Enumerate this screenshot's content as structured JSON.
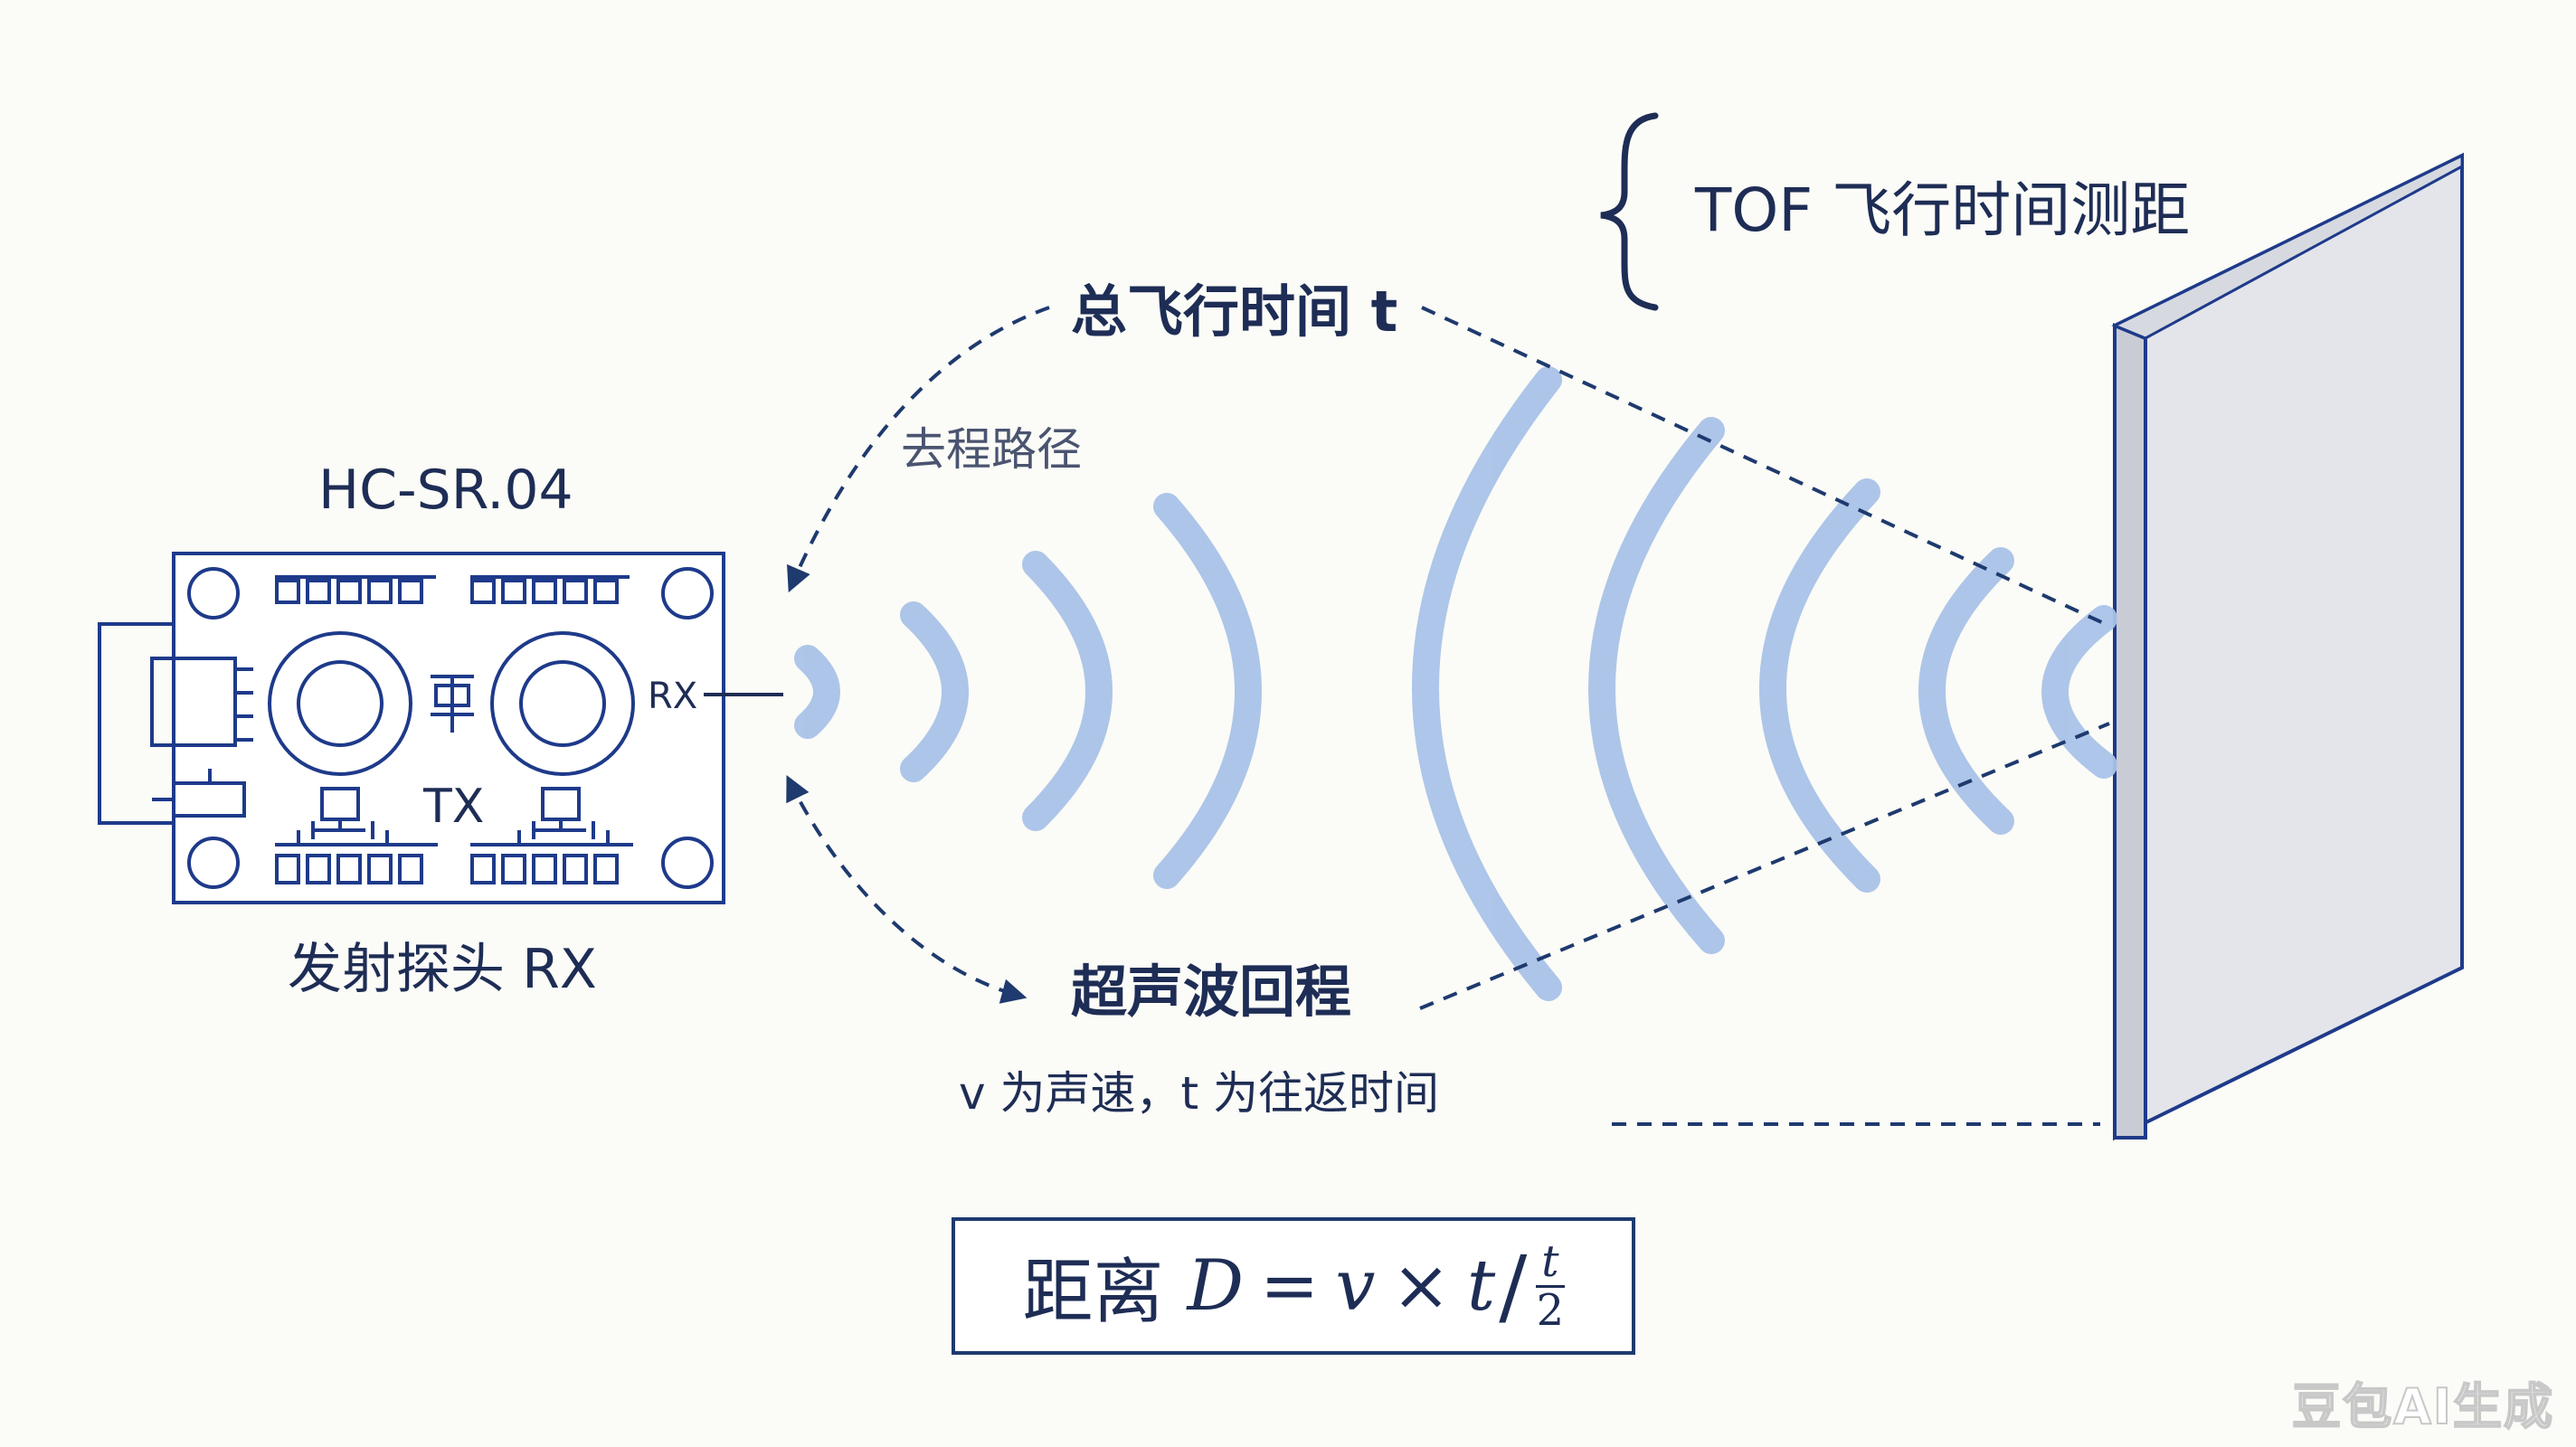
{
  "labels": {
    "module_name": "HC-SR.04",
    "tof_title": "TOF 飞行时间测距",
    "total_time": "总飞行时间 t",
    "outbound_path": "去程路径",
    "echo_path": "超声波回程",
    "speed_note": "v 为声速，t 为往返时间",
    "probe_label": "发射探头 RX",
    "rx_pin": "RX",
    "tx_label": "TX",
    "formula_cn": "距离",
    "formula_var_d": "D",
    "formula_eq": "=",
    "formula_var_v": "v",
    "formula_times": "×",
    "formula_var_t": "t",
    "formula_slash": "/",
    "formula_num": "t",
    "formula_den": "2",
    "watermark": "豆包AI生成"
  },
  "colors": {
    "ink": "#1e2d55",
    "board_stroke": "#1e3a8a",
    "wave": "#a9c3e8",
    "wall_face": "#e3e5ea",
    "wall_edge": "#c9ccd4",
    "background": "#fbfbf7"
  }
}
